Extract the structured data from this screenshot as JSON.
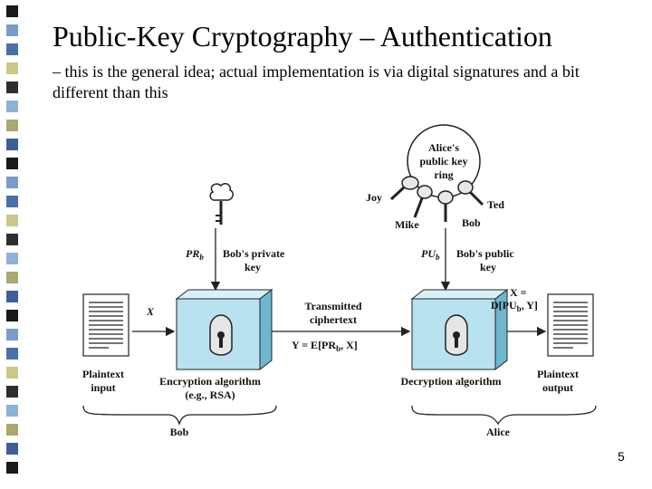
{
  "slide": {
    "title": "Public-Key Cryptography – Authentication",
    "subtitle": "– this is the general idea; actual implementation is via digital signatures and a bit different than this",
    "page_number": "5"
  },
  "diagram": {
    "key_ring_label": [
      "Alice's",
      "public key",
      "ring"
    ],
    "joy": "Joy",
    "ted": "Ted",
    "mike": "Mike",
    "bob_key": "Bob",
    "prb": "PR",
    "prb_sub": "b",
    "bob_private_key": [
      "Bob's private",
      "key"
    ],
    "pub": "PU",
    "pub_sub": "b",
    "bob_public_key": [
      "Bob's public",
      "key"
    ],
    "x_in": "X",
    "transmitted": [
      "Transmitted",
      "ciphertext"
    ],
    "y_formula": "Y = E[PR",
    "y_formula_tail": ", X]",
    "x_out_line1": "X =",
    "x_out_line2": "D[PU",
    "x_out_line2_tail": ", Y]",
    "plaintext_input": [
      "Plaintext",
      "input"
    ],
    "encryption_algorithm": [
      "Encryption algorithm",
      "(e.g., RSA)"
    ],
    "decryption_algorithm": "Decryption algorithm",
    "plaintext_output": [
      "Plaintext",
      "output"
    ],
    "bob": "Bob",
    "alice": "Alice"
  },
  "colors": {
    "box_face": "#b9e2f0",
    "box_side": "#6fb6cf",
    "box_top": "#d9f1f8"
  },
  "left_bar_colors": [
    "#1a1a1a",
    "#7a9cc9",
    "#4b6fa8",
    "#c9c98a",
    "#2e2e2e",
    "#8fb0d9",
    "#a8a870",
    "#3d5f99"
  ]
}
